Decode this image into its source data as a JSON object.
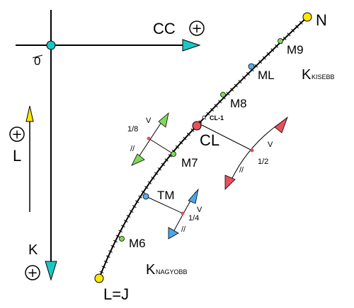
{
  "axes": {
    "origin_label": "0",
    "cc_label": "CC",
    "l_label": "L",
    "k_label": "K",
    "plus_symbol": "+"
  },
  "stations": {
    "n": "N",
    "m9": "M9",
    "ml": "ML",
    "m8": "M8",
    "cl1": "CL-1",
    "cl": "CL",
    "m7": "M7",
    "tm": "TM",
    "m6": "M6",
    "lj": "L=J"
  },
  "side_labels": {
    "k_upper_main": "K",
    "k_upper_sub": "KISEBB",
    "k_lower_main": "K",
    "k_lower_sub": "NAGYOBB"
  },
  "offsets": {
    "green": {
      "fraction": "1/8",
      "top": "V",
      "bottom": "//"
    },
    "red": {
      "fraction": "1/2",
      "top": "V",
      "bottom": "//"
    },
    "blue": {
      "fraction": "1/4",
      "top": "V",
      "bottom": "//"
    }
  },
  "colors": {
    "axis_arrow": "#19c7c7",
    "l_arrow": "#ffe600",
    "point_yellow": "#ffe600",
    "point_green": "#7ed957",
    "point_blue": "#5aaee8",
    "point_red": "#e8505b",
    "green_arrow": "#7ed957",
    "red_arrow": "#e8505b",
    "blue_arrow": "#4aa8e8"
  }
}
